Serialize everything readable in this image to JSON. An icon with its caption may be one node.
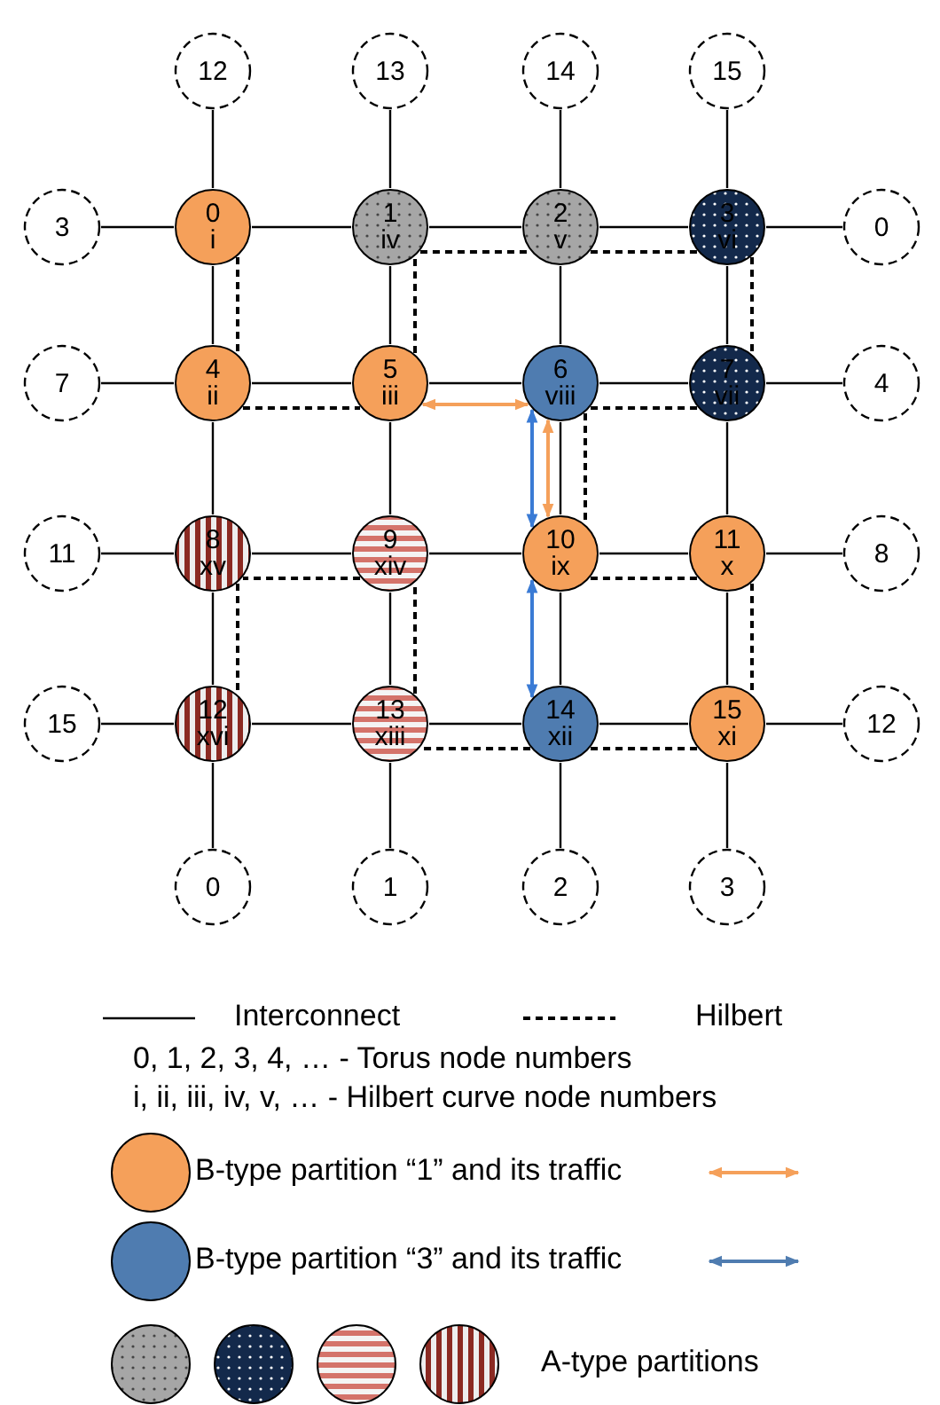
{
  "diagram": {
    "nodes": [
      {
        "text": [
          "12"
        ]
      },
      {
        "text": [
          "13"
        ]
      },
      {
        "text": [
          "14"
        ]
      },
      {
        "text": [
          "15"
        ]
      },
      {
        "text": [
          "3"
        ]
      },
      {
        "text": [
          "0",
          "i"
        ]
      },
      {
        "text": [
          "1",
          "iv"
        ]
      },
      {
        "text": [
          "2",
          "v"
        ]
      },
      {
        "text": [
          "3",
          "vi"
        ]
      },
      {
        "text": [
          "0"
        ]
      },
      {
        "text": [
          "7"
        ]
      },
      {
        "text": [
          "4",
          "ii"
        ]
      },
      {
        "text": [
          "5",
          "iii"
        ]
      },
      {
        "text": [
          "6",
          "viii"
        ]
      },
      {
        "text": [
          "7",
          "vii"
        ]
      },
      {
        "text": [
          "4"
        ]
      },
      {
        "text": [
          "11"
        ]
      },
      {
        "text": [
          "8",
          "xv"
        ]
      },
      {
        "text": [
          "9",
          "xiv"
        ]
      },
      {
        "text": [
          "10",
          "ix"
        ]
      },
      {
        "text": [
          "11",
          "x"
        ]
      },
      {
        "text": [
          "8"
        ]
      },
      {
        "text": [
          "15"
        ]
      },
      {
        "text": [
          "12",
          "xvi"
        ]
      },
      {
        "text": [
          "13",
          "xiii"
        ]
      },
      {
        "text": [
          "14",
          "xii"
        ]
      },
      {
        "text": [
          "15",
          "xi"
        ]
      },
      {
        "text": [
          "12"
        ]
      },
      {
        "text": [
          "0"
        ]
      },
      {
        "text": [
          "1"
        ]
      },
      {
        "text": [
          "2"
        ]
      },
      {
        "text": [
          "3"
        ]
      }
    ],
    "edges": [
      {
        "from": 4,
        "to": 5,
        "arrow": "none"
      },
      {
        "from": 5,
        "to": 6,
        "arrow": "none"
      },
      {
        "from": 6,
        "to": 7,
        "arrow": "none"
      },
      {
        "from": 7,
        "to": 8,
        "arrow": "none"
      },
      {
        "from": 8,
        "to": 9,
        "arrow": "none"
      },
      {
        "from": 10,
        "to": 11,
        "arrow": "none"
      },
      {
        "from": 11,
        "to": 12,
        "arrow": "none"
      },
      {
        "from": 12,
        "to": 13,
        "arrow": "none"
      },
      {
        "from": 13,
        "to": 14,
        "arrow": "none"
      },
      {
        "from": 14,
        "to": 15,
        "arrow": "none"
      },
      {
        "from": 16,
        "to": 17,
        "arrow": "none"
      },
      {
        "from": 17,
        "to": 18,
        "arrow": "none"
      },
      {
        "from": 18,
        "to": 19,
        "arrow": "none"
      },
      {
        "from": 19,
        "to": 20,
        "arrow": "none"
      },
      {
        "from": 20,
        "to": 21,
        "arrow": "none"
      },
      {
        "from": 22,
        "to": 23,
        "arrow": "none"
      },
      {
        "from": 23,
        "to": 24,
        "arrow": "none"
      },
      {
        "from": 24,
        "to": 25,
        "arrow": "none"
      },
      {
        "from": 25,
        "to": 26,
        "arrow": "none"
      },
      {
        "from": 26,
        "to": 27,
        "arrow": "none"
      },
      {
        "from": 0,
        "to": 5,
        "arrow": "none"
      },
      {
        "from": 5,
        "to": 11,
        "arrow": "none"
      },
      {
        "from": 11,
        "to": 17,
        "arrow": "none"
      },
      {
        "from": 17,
        "to": 23,
        "arrow": "none"
      },
      {
        "from": 23,
        "to": 28,
        "arrow": "none"
      },
      {
        "from": 1,
        "to": 6,
        "arrow": "none"
      },
      {
        "from": 6,
        "to": 12,
        "arrow": "none"
      },
      {
        "from": 12,
        "to": 18,
        "arrow": "none"
      },
      {
        "from": 18,
        "to": 24,
        "arrow": "none"
      },
      {
        "from": 24,
        "to": 29,
        "arrow": "none"
      },
      {
        "from": 2,
        "to": 7,
        "arrow": "none"
      },
      {
        "from": 7,
        "to": 13,
        "arrow": "none"
      },
      {
        "from": 13,
        "to": 19,
        "arrow": "none"
      },
      {
        "from": 19,
        "to": 25,
        "arrow": "none"
      },
      {
        "from": 25,
        "to": 30,
        "arrow": "none"
      },
      {
        "from": 3,
        "to": 8,
        "arrow": "none"
      },
      {
        "from": 8,
        "to": 14,
        "arrow": "none"
      },
      {
        "from": 14,
        "to": 20,
        "arrow": "none"
      },
      {
        "from": 20,
        "to": 26,
        "arrow": "none"
      },
      {
        "from": 26,
        "to": 31,
        "arrow": "none"
      },
      {
        "from": 12,
        "to": 13,
        "arrow": "both",
        "color": "#f5a05a"
      },
      {
        "from": 13,
        "to": 19,
        "arrow": "both",
        "color": "#f5a05a"
      },
      {
        "from": 13,
        "to": 19,
        "arrow": "both",
        "color": "#3a7bd5"
      },
      {
        "from": 19,
        "to": 25,
        "arrow": "both",
        "color": "#3a7bd5"
      },
      {
        "from": 5,
        "to": 11,
        "arrow": "none",
        "style": "dashed"
      },
      {
        "from": 11,
        "to": 12,
        "arrow": "none",
        "style": "dashed"
      },
      {
        "from": 12,
        "to": 6,
        "arrow": "none",
        "style": "dashed"
      },
      {
        "from": 6,
        "to": 7,
        "arrow": "none",
        "style": "dashed"
      },
      {
        "from": 7,
        "to": 8,
        "arrow": "none",
        "style": "dashed"
      },
      {
        "from": 8,
        "to": 14,
        "arrow": "none",
        "style": "dashed"
      },
      {
        "from": 14,
        "to": 13,
        "arrow": "none",
        "style": "dashed"
      },
      {
        "from": 13,
        "to": 19,
        "arrow": "none",
        "style": "dashed"
      },
      {
        "from": 19,
        "to": 20,
        "arrow": "none",
        "style": "dashed"
      },
      {
        "from": 20,
        "to": 26,
        "arrow": "none",
        "style": "dashed"
      },
      {
        "from": 26,
        "to": 25,
        "arrow": "none",
        "style": "dashed"
      },
      {
        "from": 25,
        "to": 24,
        "arrow": "none",
        "style": "dashed"
      },
      {
        "from": 24,
        "to": 18,
        "arrow": "none",
        "style": "dashed"
      },
      {
        "from": 18,
        "to": 17,
        "arrow": "none",
        "style": "dashed"
      },
      {
        "from": 17,
        "to": 23,
        "arrow": "none",
        "style": "dashed"
      }
    ],
    "labels": [
      "0, 1, 2, 3, 4, … - Torus node numbers",
      "i, ii, iii, iv, v, … - Hilbert curve node numbers"
    ],
    "legend": [
      {
        "text": "Interconnect"
      },
      {
        "text": "Hilbert"
      },
      {
        "text": "B-type partition “1” and its traffic",
        "color": "#f5a05a"
      },
      {
        "text": "B-type partition “3” and its traffic",
        "color": "#4f7cb0"
      },
      {
        "text": "A-type partitions"
      }
    ]
  }
}
